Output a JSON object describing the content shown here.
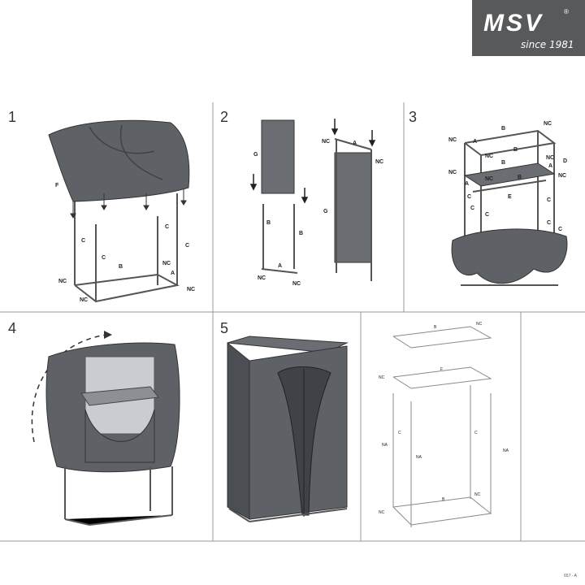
{
  "logo": {
    "brand": "MSV",
    "reg": "®",
    "since": "since 1981"
  },
  "steps": [
    {
      "num": "1"
    },
    {
      "num": "2"
    },
    {
      "num": "3"
    },
    {
      "num": "4"
    },
    {
      "num": "5"
    }
  ],
  "part_labels": {
    "a": "A",
    "b": "B",
    "c": "C",
    "d": "D",
    "e": "E",
    "f": "F",
    "g": "G",
    "nc": "NC",
    "na": "NA"
  },
  "footer": {
    "code": "657 - A"
  },
  "colors": {
    "cover": "#5e6166",
    "cover_dark": "#3f4246",
    "frame": "#444444",
    "logo_bg": "#58595b"
  }
}
